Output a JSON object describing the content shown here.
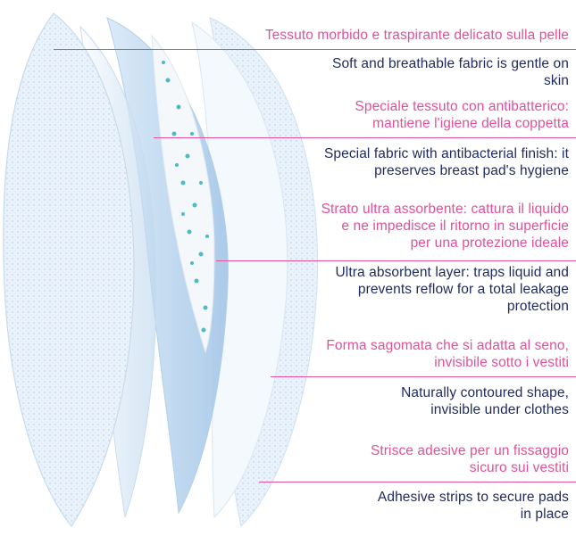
{
  "colors": {
    "accent_pink": "#e0519a",
    "navy_text": "#1e2a5e",
    "fabric_blue": "#cfe3f4",
    "bead_teal": "#4fb9c4"
  },
  "features": [
    {
      "it": "Tessuto morbido e traspirante delicato sulla pelle",
      "en": "Soft and breathable fabric is gentle on skin"
    },
    {
      "it": "Speciale tessuto con antibatterico: mantiene l'igiene della coppetta",
      "en": "Special fabric with antibacterial finish: it preserves breast pad's hygiene"
    },
    {
      "it": "Strato ultra assorbente: cattura il liquido e ne impedisce il ritorno in superficie per una protezione ideale",
      "en": "Ultra absorbent layer: traps liquid and prevents reflow for a total leakage protection"
    },
    {
      "it": "Forma sagomata che si adatta al seno, invisibile sotto i vestiti",
      "en": "Naturally contoured shape, invisible under clothes"
    },
    {
      "it": "Strisce adesive per un fissaggio sicuro sui vestiti",
      "en": "Adhesive strips to secure pads in place"
    }
  ]
}
